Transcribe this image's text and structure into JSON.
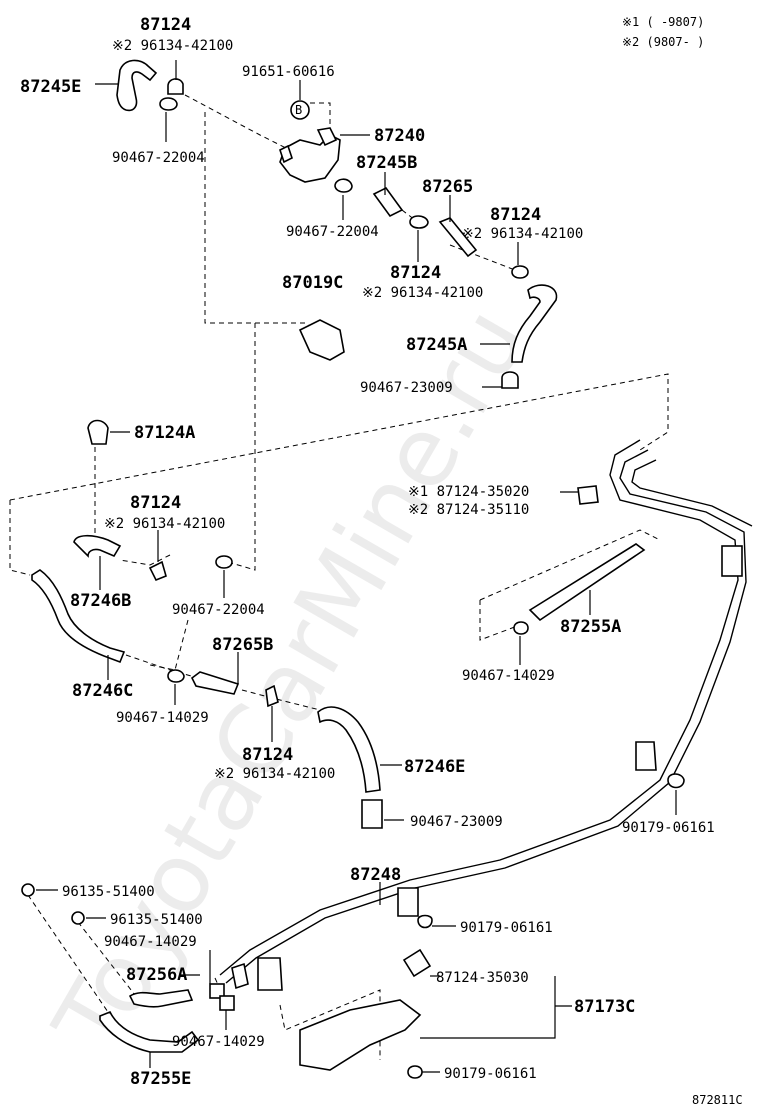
{
  "legend": {
    "note1": "※1 (        -9807)",
    "note2": "※2 (9807-        )"
  },
  "watermark": "ToyotaCarMine.ru",
  "diagram_id": "872811C",
  "parts": {
    "p87124_top": "87124",
    "p96134_top": "※2 96134-42100",
    "p87245E": "87245E",
    "p91651": "91651-60616",
    "circleB": "B",
    "p87240": "87240",
    "p90467_22004_a": "90467-22004",
    "p87245B": "87245B",
    "p87265": "87265",
    "p90467_22004_b": "90467-22004",
    "p87124_r": "87124",
    "p96134_r": "※2 96134-42100",
    "p87124_m": "87124",
    "p96134_m": "※2 96134-42100",
    "p87019C": "87019C",
    "p87245A": "87245A",
    "p90467_23009_a": "90467-23009",
    "p87124A": "87124A",
    "p87124_35020": "※1 87124-35020",
    "p87124_35110": "※2 87124-35110",
    "p87124_l": "87124",
    "p96134_l": "※2 96134-42100",
    "p87246B": "87246B",
    "p90467_22004_c": "90467-22004",
    "p87255A": "87255A",
    "p87265B": "87265B",
    "p87246C": "87246C",
    "p90467_14029_a": "90467-14029",
    "p90467_14029_b": "90467-14029",
    "p87124_b": "87124",
    "p96134_b": "※2 96134-42100",
    "p87246E": "87246E",
    "p90467_23009_b": "90467-23009",
    "p90179_a": "90179-06161",
    "p87248": "87248",
    "p96135_a": "96135-51400",
    "p96135_b": "96135-51400",
    "p90179_b": "90179-06161",
    "p90467_14029_c": "90467-14029",
    "p87256A": "87256A",
    "p87124_35030": "87124-35030",
    "p87173C": "87173C",
    "p90467_14029_d": "90467-14029",
    "p87255E": "87255E",
    "p90179_c": "90179-06161"
  }
}
